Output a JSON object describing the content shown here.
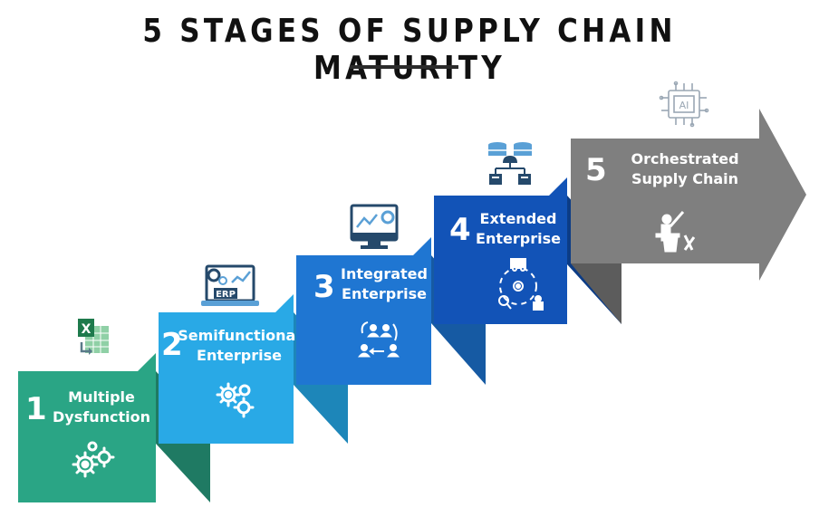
{
  "title": {
    "text_before_underline": "5 STAGES OF ",
    "text_underlined": "SUPPLY",
    "text_after_underline": " CHAIN MATURITY"
  },
  "colors": {
    "stage1": "#2aa585",
    "stage2": "#29a9e6",
    "stage3": "#1f76d2",
    "stage4": "#1253b7",
    "stage5": "#7f7f7f",
    "icon_dark": "#25496b",
    "icon_light": "#5aa0d6"
  },
  "stages": [
    {
      "number": "1",
      "label_line1": "Multiple",
      "label_line2": "Dysfunction",
      "main_icon": "gears-icon",
      "top_icon": "excel-spreadsheet-icon"
    },
    {
      "number": "2",
      "label_line1": "Semifunctional",
      "label_line2": "Enterprise",
      "main_icon": "gears-icon",
      "top_icon": "erp-laptop-icon",
      "top_icon_text": "ERP"
    },
    {
      "number": "3",
      "label_line1": "Integrated",
      "label_line2": "Enterprise",
      "main_icon": "team-sync-icon",
      "top_icon": "monitor-chart-icon"
    },
    {
      "number": "4",
      "label_line1": "Extended",
      "label_line2": "Enterprise",
      "main_icon": "logistics-network-icon",
      "top_icon": "cloud-database-icon"
    },
    {
      "number": "5",
      "label_line1": "Orchestrated",
      "label_line2": "Supply Chain",
      "main_icon": "presenter-icon",
      "top_icon": "ai-chip-icon",
      "top_icon_text": "AI"
    }
  ]
}
